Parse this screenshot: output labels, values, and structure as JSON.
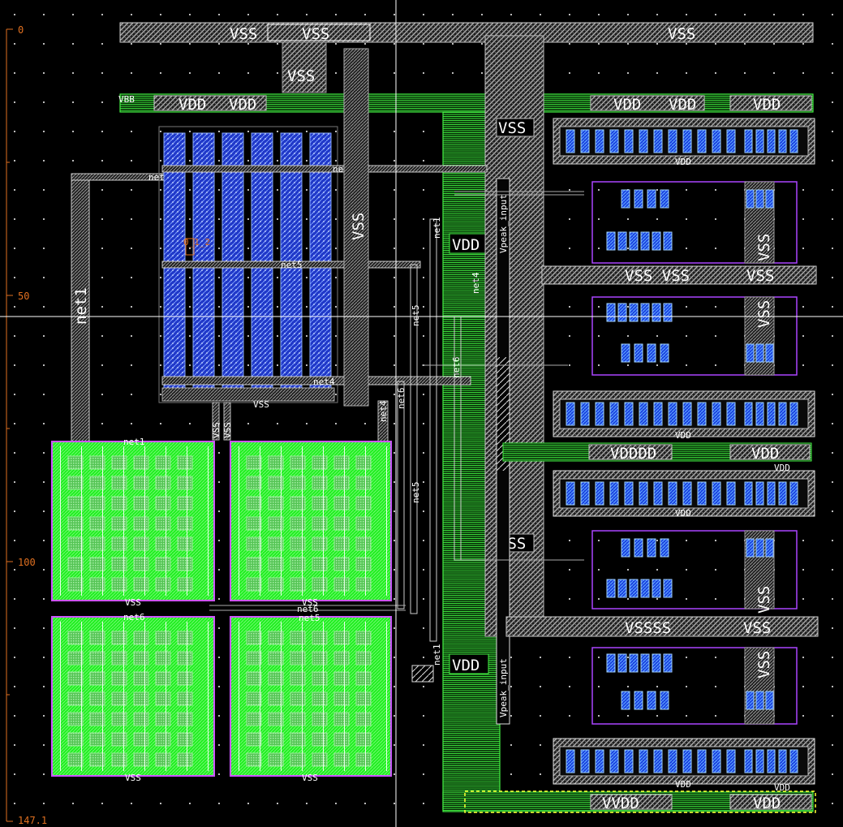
{
  "ruler": {
    "labels": [
      "0",
      "50",
      "100",
      "147.1"
    ],
    "color": "#e07020"
  },
  "rails": {
    "vss": "VSS",
    "vdd": "VDD",
    "vbb": "VBB",
    "vssss": "VSSSS",
    "vss_vss": "VSS VSS",
    "vdddd": "VDDDD",
    "vvdd": "VVDD"
  },
  "nets": {
    "net1": "net1",
    "net4": "net4",
    "net5": "net5",
    "net6": "net6",
    "vpeak_input": "Vpeak_input",
    "net5_overlap": "net5",
    "net4_overlap": "net4"
  },
  "marker": "0_1_2",
  "colors": {
    "background": "#000000",
    "metal_green": "#33dd33",
    "capacitor_fill": "#22ee22",
    "poly_blue": "#3355ff",
    "rail_gray": "#bbbbbb",
    "nwell_purple": "#aa33ff",
    "ruler_orange": "#e07020",
    "crosshair": "#ffffff",
    "selection_yellow": "#ffff33"
  }
}
